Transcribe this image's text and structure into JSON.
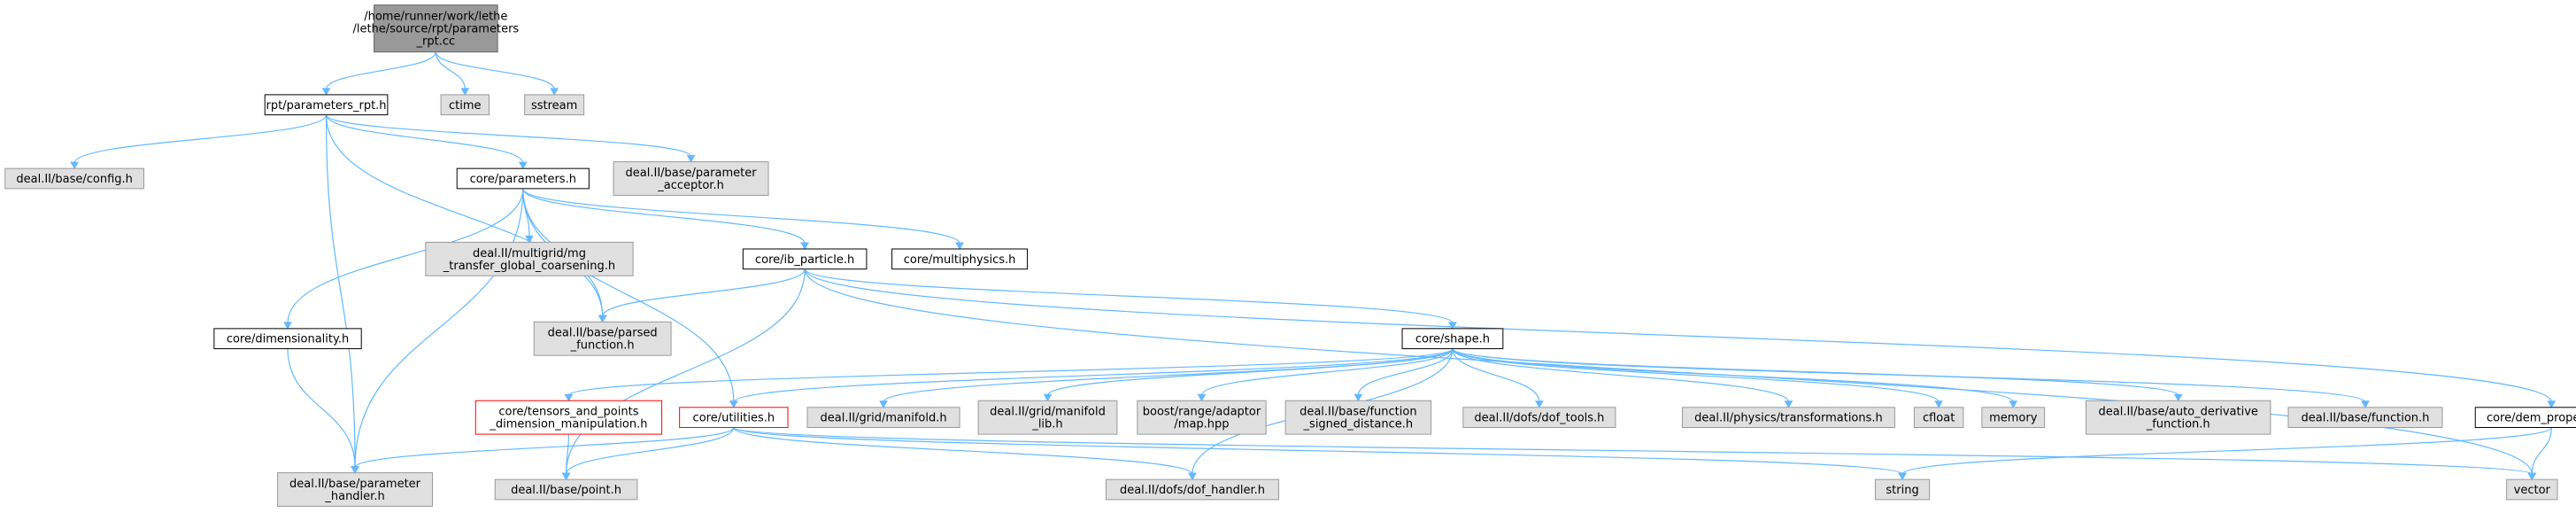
{
  "graph": {
    "nodes": [
      {
        "id": "root",
        "lines": [
          "/home/runner/work/lethe",
          "/lethe/source/rpt/parameters",
          "_rpt.cc"
        ],
        "style": "root"
      },
      {
        "id": "rpt_parameters_rpt_h",
        "lines": [
          "rpt/parameters_rpt.h"
        ],
        "style": "normal"
      },
      {
        "id": "ctime",
        "lines": [
          "ctime"
        ],
        "style": "external"
      },
      {
        "id": "sstream",
        "lines": [
          "sstream"
        ],
        "style": "external"
      },
      {
        "id": "dealii_base_config_h",
        "lines": [
          "deal.II/base/config.h"
        ],
        "style": "external"
      },
      {
        "id": "core_parameters_h",
        "lines": [
          "core/parameters.h"
        ],
        "style": "normal"
      },
      {
        "id": "dealii_base_parameter_acceptor_h",
        "lines": [
          "deal.II/base/parameter",
          "_acceptor.h"
        ],
        "style": "external"
      },
      {
        "id": "dealii_multigrid_mg_transfer",
        "lines": [
          "deal.II/multigrid/mg",
          "_transfer_global_coarsening.h"
        ],
        "style": "external"
      },
      {
        "id": "core_ib_particle_h",
        "lines": [
          "core/ib_particle.h"
        ],
        "style": "normal"
      },
      {
        "id": "core_multiphysics_h",
        "lines": [
          "core/multiphysics.h"
        ],
        "style": "normal"
      },
      {
        "id": "core_dimensionality_h",
        "lines": [
          "core/dimensionality.h"
        ],
        "style": "normal"
      },
      {
        "id": "dealii_base_parsed_function_h",
        "lines": [
          "deal.II/base/parsed",
          "_function.h"
        ],
        "style": "external"
      },
      {
        "id": "core_shape_h",
        "lines": [
          "core/shape.h"
        ],
        "style": "normal"
      },
      {
        "id": "core_tensors_and_points",
        "lines": [
          "core/tensors_and_points",
          "_dimension_manipulation.h"
        ],
        "style": "truncated"
      },
      {
        "id": "core_utilities_h",
        "lines": [
          "core/utilities.h"
        ],
        "style": "truncated"
      },
      {
        "id": "dealii_grid_manifold_h",
        "lines": [
          "deal.II/grid/manifold.h"
        ],
        "style": "external"
      },
      {
        "id": "dealii_grid_manifold_lib_h",
        "lines": [
          "deal.II/grid/manifold",
          "_lib.h"
        ],
        "style": "external"
      },
      {
        "id": "boost_range_adaptor_map_hpp",
        "lines": [
          "boost/range/adaptor",
          "/map.hpp"
        ],
        "style": "external"
      },
      {
        "id": "dealii_base_function_signed_distance_h",
        "lines": [
          "deal.II/base/function",
          "_signed_distance.h"
        ],
        "style": "external"
      },
      {
        "id": "dealii_dofs_dof_tools_h",
        "lines": [
          "deal.II/dofs/dof_tools.h"
        ],
        "style": "external"
      },
      {
        "id": "dealii_physics_transformations_h",
        "lines": [
          "deal.II/physics/transformations.h"
        ],
        "style": "external"
      },
      {
        "id": "cfloat",
        "lines": [
          "cfloat"
        ],
        "style": "external"
      },
      {
        "id": "memory",
        "lines": [
          "memory"
        ],
        "style": "external"
      },
      {
        "id": "dealii_base_auto_derivative_function_h",
        "lines": [
          "deal.II/base/auto_derivative",
          "_function.h"
        ],
        "style": "external"
      },
      {
        "id": "dealii_base_function_h",
        "lines": [
          "deal.II/base/function.h"
        ],
        "style": "external"
      },
      {
        "id": "core_dem_properties_h",
        "lines": [
          "core/dem_properties.h"
        ],
        "style": "normal"
      },
      {
        "id": "dealii_base_parameter_handler_h",
        "lines": [
          "deal.II/base/parameter",
          "_handler.h"
        ],
        "style": "external"
      },
      {
        "id": "dealii_base_point_h",
        "lines": [
          "deal.II/base/point.h"
        ],
        "style": "external"
      },
      {
        "id": "dealii_dofs_dof_handler_h",
        "lines": [
          "deal.II/dofs/dof_handler.h"
        ],
        "style": "external"
      },
      {
        "id": "string",
        "lines": [
          "string"
        ],
        "style": "external"
      },
      {
        "id": "vector",
        "lines": [
          "vector"
        ],
        "style": "external"
      }
    ],
    "edges": [
      [
        "root",
        "rpt_parameters_rpt_h"
      ],
      [
        "root",
        "ctime"
      ],
      [
        "root",
        "sstream"
      ],
      [
        "rpt_parameters_rpt_h",
        "dealii_base_config_h"
      ],
      [
        "rpt_parameters_rpt_h",
        "core_parameters_h"
      ],
      [
        "rpt_parameters_rpt_h",
        "dealii_base_parameter_acceptor_h"
      ],
      [
        "rpt_parameters_rpt_h",
        "dealii_base_parsed_function_h"
      ],
      [
        "rpt_parameters_rpt_h",
        "dealii_base_parameter_handler_h"
      ],
      [
        "core_parameters_h",
        "dealii_multigrid_mg_transfer"
      ],
      [
        "core_parameters_h",
        "core_ib_particle_h"
      ],
      [
        "core_parameters_h",
        "core_multiphysics_h"
      ],
      [
        "core_parameters_h",
        "core_dimensionality_h"
      ],
      [
        "core_parameters_h",
        "dealii_base_parsed_function_h"
      ],
      [
        "core_parameters_h",
        "core_utilities_h"
      ],
      [
        "core_parameters_h",
        "dealii_base_parameter_handler_h"
      ],
      [
        "core_ib_particle_h",
        "dealii_base_parsed_function_h"
      ],
      [
        "core_ib_particle_h",
        "core_shape_h"
      ],
      [
        "core_ib_particle_h",
        "core_dem_properties_h"
      ],
      [
        "core_ib_particle_h",
        "dealii_base_point_h"
      ],
      [
        "core_ib_particle_h",
        "vector"
      ],
      [
        "core_dimensionality_h",
        "dealii_base_parameter_handler_h"
      ],
      [
        "core_shape_h",
        "core_tensors_and_points"
      ],
      [
        "core_shape_h",
        "core_utilities_h"
      ],
      [
        "core_shape_h",
        "dealii_grid_manifold_h"
      ],
      [
        "core_shape_h",
        "dealii_grid_manifold_lib_h"
      ],
      [
        "core_shape_h",
        "boost_range_adaptor_map_hpp"
      ],
      [
        "core_shape_h",
        "dealii_base_function_signed_distance_h"
      ],
      [
        "core_shape_h",
        "dealii_dofs_dof_tools_h"
      ],
      [
        "core_shape_h",
        "dealii_physics_transformations_h"
      ],
      [
        "core_shape_h",
        "cfloat"
      ],
      [
        "core_shape_h",
        "memory"
      ],
      [
        "core_shape_h",
        "dealii_base_auto_derivative_function_h"
      ],
      [
        "core_shape_h",
        "dealii_base_function_h"
      ],
      [
        "core_shape_h",
        "dealii_dofs_dof_handler_h"
      ],
      [
        "core_tensors_and_points",
        "dealii_base_point_h"
      ],
      [
        "core_utilities_h",
        "dealii_base_parameter_handler_h"
      ],
      [
        "core_utilities_h",
        "dealii_base_point_h"
      ],
      [
        "core_utilities_h",
        "dealii_dofs_dof_handler_h"
      ],
      [
        "core_utilities_h",
        "string"
      ],
      [
        "core_utilities_h",
        "vector"
      ],
      [
        "core_dem_properties_h",
        "string"
      ],
      [
        "core_dem_properties_h",
        "vector"
      ]
    ]
  },
  "colors": {
    "root_fill": "#999999",
    "root_stroke": "#666666",
    "normal_fill": "#ffffff",
    "normal_stroke": "#000000",
    "external_fill": "#e0e0e0",
    "external_stroke": "#999999",
    "truncated_fill": "#ffffff",
    "truncated_stroke": "#ff0000",
    "edge": "#63b8ff"
  }
}
